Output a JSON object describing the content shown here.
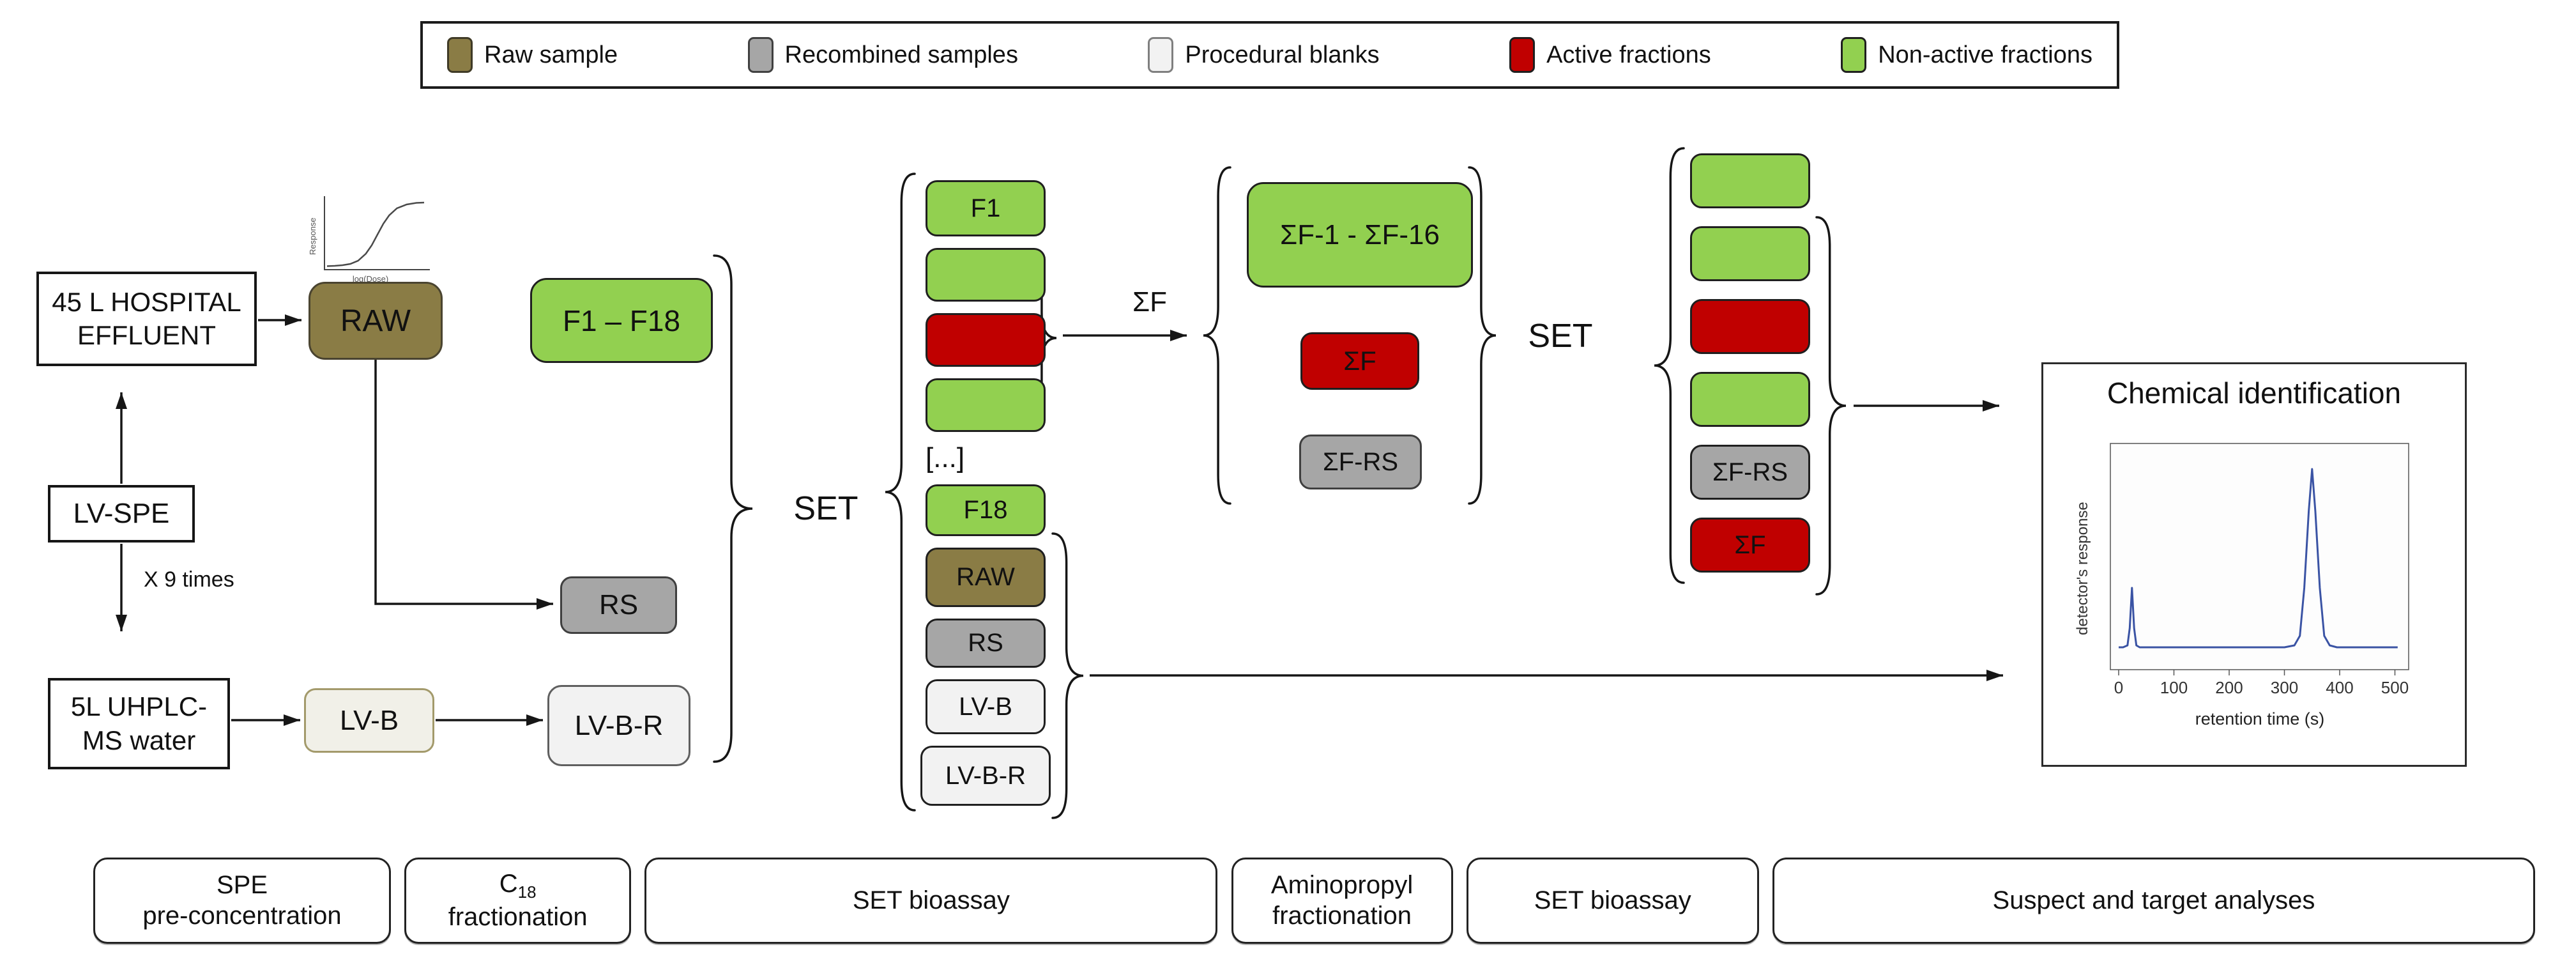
{
  "legend": {
    "items": [
      {
        "label": "Raw sample",
        "color": "#8a7c45",
        "border": "#3f3a26"
      },
      {
        "label": "Recombined samples",
        "color": "#a6a6a6",
        "border": "#404040"
      },
      {
        "label": "Procedural blanks",
        "color": "#f2f2f2",
        "border": "#7f7f7f"
      },
      {
        "label": "Active fractions",
        "color": "#c00000",
        "border": "#1f1f1f"
      },
      {
        "label": "Non-active fractions",
        "color": "#92d050",
        "border": "#1f1f1f"
      }
    ]
  },
  "flow": {
    "hospital_effluent": "45 L HOSPITAL\nEFFLUENT",
    "raw": "RAW",
    "f_range": "F1 – F18",
    "lv_spe": "LV-SPE",
    "times": "X 9 times",
    "uhplc_water": "5L UHPLC-\nMS water",
    "lv_b": "LV-B",
    "lv_b_r": "LV-B-R",
    "rs": "RS",
    "set1": "SET",
    "set2": "SET",
    "sigma_f_arrow": "ΣF"
  },
  "set_column": [
    {
      "label": "F1",
      "type": "green"
    },
    {
      "label": "",
      "type": "green"
    },
    {
      "label": "",
      "type": "red"
    },
    {
      "label": "",
      "type": "green"
    },
    {
      "label": "[...]",
      "type": "ellipsis"
    },
    {
      "label": "F18",
      "type": "green"
    },
    {
      "label": "RAW",
      "type": "olive"
    },
    {
      "label": "RS",
      "type": "gray"
    },
    {
      "label": "LV-B",
      "type": "blank"
    },
    {
      "label": "LV-B-R",
      "type": "blank"
    }
  ],
  "sum_group": [
    {
      "label": "ΣF-1 - ΣF-16",
      "type": "green"
    },
    {
      "label": "ΣF",
      "type": "red"
    },
    {
      "label": "ΣF-RS",
      "type": "gray"
    }
  ],
  "final_column": [
    {
      "label": "",
      "type": "green"
    },
    {
      "label": "",
      "type": "green"
    },
    {
      "label": "",
      "type": "red"
    },
    {
      "label": "",
      "type": "green"
    },
    {
      "label": "ΣF-RS",
      "type": "gray"
    },
    {
      "label": "ΣF",
      "type": "red"
    }
  ],
  "chem_id": {
    "title": "Chemical identification"
  },
  "bottom_steps": [
    {
      "line1": "SPE",
      "line2": "pre-concentration"
    },
    {
      "line1": "C",
      "sub": "18",
      "line2": "fractionation"
    },
    {
      "line1": "SET bioassay"
    },
    {
      "line1": "Aminopropyl",
      "line2": "fractionation"
    },
    {
      "line1": "SET bioassay"
    },
    {
      "line1": "Suspect and target analyses"
    }
  ],
  "chart_data": [
    {
      "type": "line",
      "name": "chromatogram",
      "title": "",
      "xlabel": "retention time (s)",
      "ylabel": "detector's response",
      "xticks": [
        0,
        100,
        200,
        300,
        400,
        500
      ],
      "xlim": [
        0,
        520
      ],
      "ylim": [
        0,
        1
      ],
      "line_color": "#3a53a4",
      "x": [
        0,
        8,
        16,
        20,
        24,
        28,
        32,
        38,
        48,
        70,
        100,
        150,
        200,
        250,
        300,
        318,
        328,
        336,
        344,
        350,
        356,
        364,
        372,
        382,
        395,
        420,
        460,
        505
      ],
      "y": [
        0.04,
        0.04,
        0.05,
        0.14,
        0.35,
        0.14,
        0.05,
        0.04,
        0.04,
        0.04,
        0.04,
        0.04,
        0.04,
        0.04,
        0.04,
        0.05,
        0.1,
        0.35,
        0.75,
        0.97,
        0.75,
        0.35,
        0.1,
        0.05,
        0.04,
        0.04,
        0.04,
        0.04
      ],
      "peaks": [
        {
          "t": 25,
          "height": 0.35
        },
        {
          "t": 350,
          "height": 0.97
        }
      ]
    },
    {
      "type": "line",
      "name": "dose-response-curve",
      "title": "",
      "xlabel": "log(Dose)",
      "ylabel": "Response",
      "line_color": "#4a4a4a",
      "x": [
        0,
        0.08,
        0.16,
        0.24,
        0.32,
        0.4,
        0.46,
        0.52,
        0.58,
        0.64,
        0.72,
        0.82,
        0.92,
        1.0
      ],
      "y": [
        0.005,
        0.01,
        0.02,
        0.04,
        0.09,
        0.2,
        0.33,
        0.5,
        0.67,
        0.8,
        0.91,
        0.97,
        0.995,
        1.0
      ]
    }
  ]
}
